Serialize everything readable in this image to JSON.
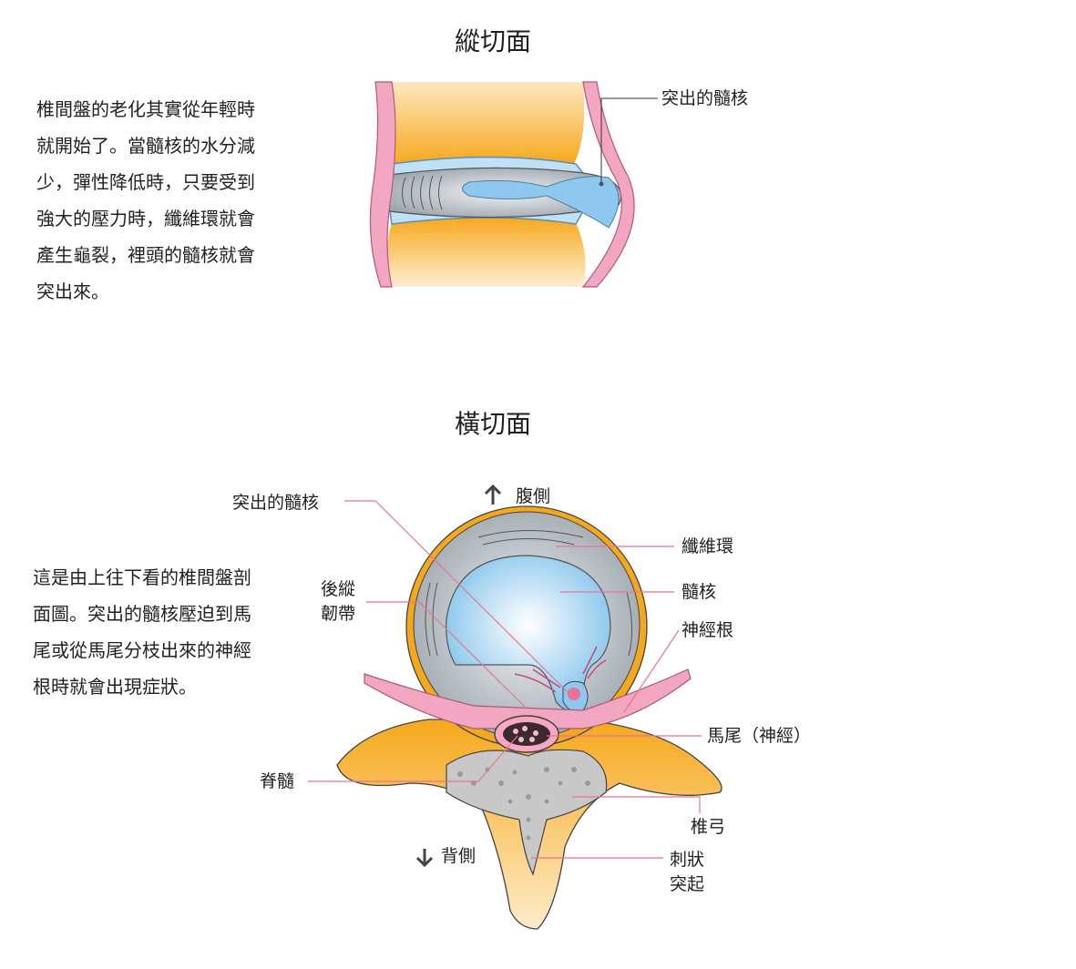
{
  "sagittal": {
    "title": "縱切面",
    "description": [
      "椎間盤的老化其實從年輕時",
      "就開始了。當髓核的水分減",
      "少，彈性降低時，只要受到",
      "強大的壓力時，纖維環就會",
      "產生龜裂，裡頭的髓核就會",
      "突出來。"
    ],
    "label_herniated_nucleus": "突出的髓核"
  },
  "transverse": {
    "title": "橫切面",
    "description": [
      "這是由上往下看的椎間盤剖",
      "面圖。突出的髓核壓迫到馬",
      "尾或從馬尾分枝出來的神經",
      "根時就會出現症狀。"
    ],
    "labels": {
      "herniated_nucleus": "突出的髓核",
      "ventral": "腹側",
      "annulus": "纖維環",
      "nucleus": "髓核",
      "nerve_root": "神經根",
      "plig_1": "後縱",
      "plig_2": "韌帶",
      "cauda_equina": "馬尾（神經）",
      "spinal_cord": "脊髓",
      "lamina": "椎弓",
      "dorsal": "背側",
      "spinous_1": "刺狀",
      "spinous_2": "突起"
    }
  },
  "colors": {
    "bone": "#f6a81c",
    "bone_light": "#fde3b0",
    "pink": "#f2a6c2",
    "disc": "#c9d2d9",
    "nucleus": "#8fc8ee",
    "leader": "#e8748f"
  }
}
